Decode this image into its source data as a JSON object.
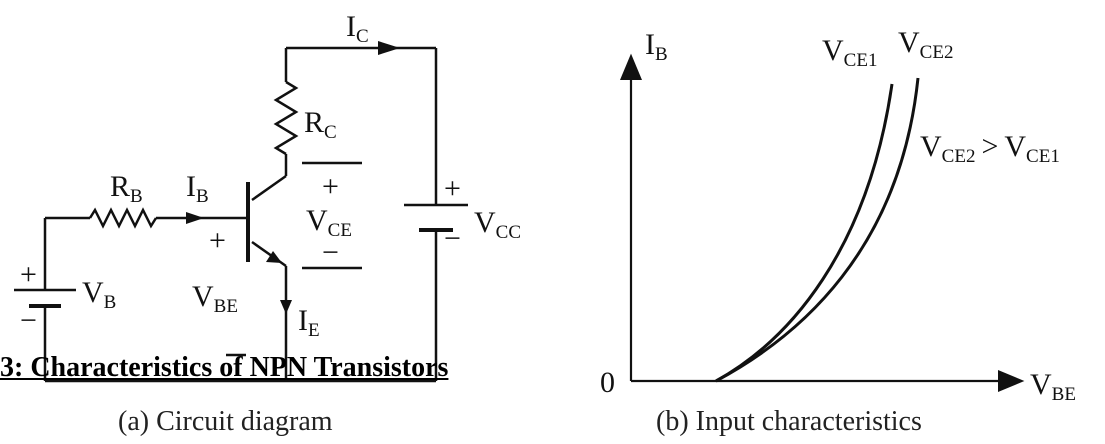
{
  "heading": "3: Characteristics of NPN Transistors",
  "circuit": {
    "caption": "(a) Circuit diagram",
    "labels": {
      "ic": "I",
      "ic_sub": "C",
      "rc": "R",
      "rc_sub": "C",
      "rb": "R",
      "rb_sub": "B",
      "ib": "I",
      "ib_sub": "B",
      "vce": "V",
      "vce_sub": "CE",
      "vcc": "V",
      "vcc_sub": "CC",
      "vb": "V",
      "vb_sub": "B",
      "vbe": "V",
      "vbe_sub": "BE",
      "ie": "I",
      "ie_sub": "E",
      "plus": "+",
      "minus": "−"
    }
  },
  "plot": {
    "caption": "(b) Input characteristics",
    "origin_label": "0",
    "y_axis": {
      "label": "I",
      "sub": "B"
    },
    "x_axis": {
      "label": "V",
      "sub": "BE"
    },
    "curves": [
      {
        "label": "V",
        "sub": "CE1"
      },
      {
        "label": "V",
        "sub": "CE2"
      }
    ],
    "relation": {
      "l1": "V",
      "s1": "CE2",
      "op": ">",
      "l2": "V",
      "s2": "CE1"
    }
  }
}
